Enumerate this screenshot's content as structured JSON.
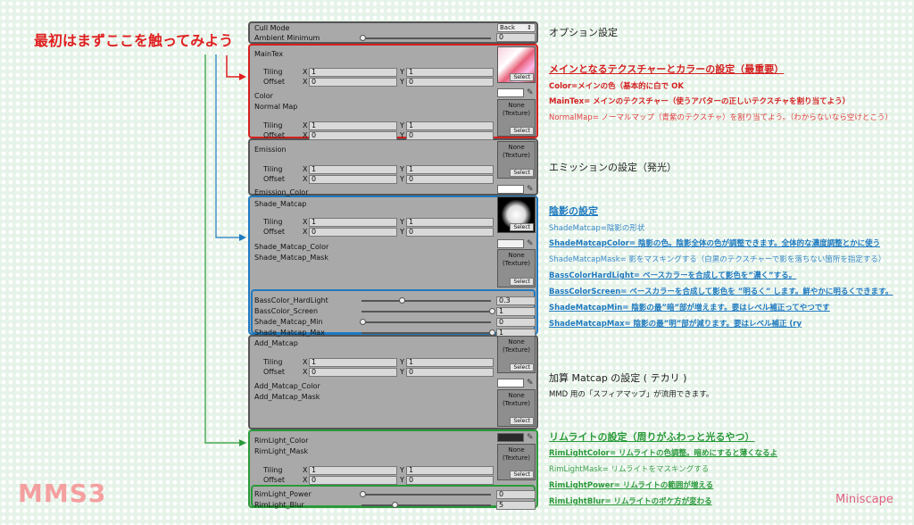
{
  "callout": {
    "text": "最初はまずここを触ってみよう",
    "color": "#e02020"
  },
  "brand": {
    "left": "MMS3",
    "right": "Miniscape"
  },
  "colors": {
    "red": "#d42020",
    "blue": "#1f7ac0",
    "green": "#2a9a3a",
    "gray": "#555555"
  },
  "options": {
    "cull_mode_label": "Cull Mode",
    "cull_mode_value": "Back",
    "ambient_label": "Ambient Minimum",
    "ambient_value": "0"
  },
  "common": {
    "tiling": "Tiling",
    "offset": "Offset",
    "x": "X",
    "y": "Y",
    "select": "Select",
    "none_texture": "None\n(Texture)"
  },
  "rows": [
    {
      "kind": "tex",
      "label": "MainTex",
      "image": true
    },
    {
      "kind": "tiling",
      "x": "1",
      "y": "1"
    },
    {
      "kind": "offset",
      "x": "0",
      "y": "0"
    },
    {
      "kind": "color",
      "label": "Color",
      "swatch": "#ffffff"
    },
    {
      "kind": "tex",
      "label": "Normal Map"
    },
    {
      "kind": "tiling",
      "x": "1",
      "y": "1"
    },
    {
      "kind": "offset",
      "x": "0",
      "y": "0"
    },
    {
      "kind": "tex",
      "label": "Emission"
    },
    {
      "kind": "tiling",
      "x": "1",
      "y": "1"
    },
    {
      "kind": "offset",
      "x": "0",
      "y": "0"
    },
    {
      "kind": "color",
      "label": "Emission_Color",
      "swatch": "#ffffff"
    },
    {
      "kind": "tex",
      "label": "Shade_Matcap",
      "matcap": true
    },
    {
      "kind": "tiling",
      "x": "1",
      "y": "1"
    },
    {
      "kind": "offset",
      "x": "0",
      "y": "0"
    },
    {
      "kind": "color",
      "label": "Shade_Matcap_Color",
      "swatch": "#f2f2f2"
    },
    {
      "kind": "tex",
      "label": "Shade_Matcap_Mask"
    },
    {
      "kind": "slider",
      "label": "BassColor_HardLight",
      "value": "0.3",
      "fraction": 0.3
    },
    {
      "kind": "slider",
      "label": "BassColor_Screen",
      "value": "1",
      "fraction": 1
    },
    {
      "kind": "slider",
      "label": "Shade_Matcap_Min",
      "value": "0",
      "fraction": 0
    },
    {
      "kind": "slider",
      "label": "Shade_Matcap_Max",
      "value": "1",
      "fraction": 1
    },
    {
      "kind": "tex",
      "label": "Add_Matcap"
    },
    {
      "kind": "tiling",
      "x": "1",
      "y": "1"
    },
    {
      "kind": "offset",
      "x": "0",
      "y": "0"
    },
    {
      "kind": "color",
      "label": "Add_Matcap_Color",
      "swatch": "#ffffff"
    },
    {
      "kind": "tex",
      "label": "Add_Matcap_Mask"
    },
    {
      "kind": "color",
      "label": "RimLight_Color",
      "swatch": "#2a2a2a"
    },
    {
      "kind": "tex",
      "label": "RimLight_Mask"
    },
    {
      "kind": "tiling",
      "x": "1",
      "y": "1"
    },
    {
      "kind": "offset",
      "x": "0",
      "y": "0"
    },
    {
      "kind": "slider",
      "label": "RimLight_Power",
      "value": "0",
      "fraction": 0
    },
    {
      "kind": "slider",
      "label": "RimLight_Blur",
      "value": "5",
      "fraction": 0.25
    }
  ],
  "notes": [
    {
      "text": "オプション設定",
      "color": "#222",
      "style": "h"
    },
    {
      "text": "メインとなるテクスチャーとカラーの設定（最重要）",
      "color": "#d42020",
      "style": "hu"
    },
    {
      "text": "Color=メインの色（基本的に白で OK",
      "color": "#d42020",
      "style": "b"
    },
    {
      "text": "MainTex= メインのテクスチャー（使うアバターの正しいテクスチャを割り当てよう）",
      "color": "#d42020",
      "style": "b"
    },
    {
      "text": "NormalMap= ノーマルマップ（青紫のテクスチャ）を割り当てよう。（わからないなら空けとこう）",
      "color": "#e04040",
      "style": ""
    },
    {
      "text": "エミッションの設定（発光）",
      "color": "#222",
      "style": "h"
    },
    {
      "text": "陰影の設定",
      "color": "#1f7ac0",
      "style": "hu"
    },
    {
      "text": "ShadeMatcap=陰影の形状",
      "color": "#3a8ac8",
      "style": ""
    },
    {
      "text": "ShadeMatcapColor= 陰影の色。陰影全体の色が調整できます。全体的な濃度調整とかに使う",
      "color": "#1f7ac0",
      "style": "u"
    },
    {
      "text": "ShadeMatcapMask= 影をマスキングする（白黒のテクスチャーで影を落ちない箇所を指定する）",
      "color": "#3a8ac8",
      "style": ""
    },
    {
      "text": "BassColorHardLight= ベースカラーを合成して影色を”濃く”する。",
      "color": "#1f7ac0",
      "style": "u"
    },
    {
      "text": "BassColorScreen= ベースカラーを合成して影色を ”明るく” します。鮮やかに明るくできます。",
      "color": "#1f7ac0",
      "style": "u"
    },
    {
      "text": "ShadeMatcapMin= 陰影の最”暗”部が増えます。要はレベル補正ってやつです",
      "color": "#1f7ac0",
      "style": "u"
    },
    {
      "text": "ShadeMatcapMax= 陰影の最”明”部が減ります。要はレベル補正 (ry",
      "color": "#1f7ac0",
      "style": "u"
    },
    {
      "text": "加算 Matcap の設定 ( テカリ )",
      "color": "#222",
      "style": "h"
    },
    {
      "text": "MMD 用の「スフィアマップ」が流用できます。",
      "color": "#222",
      "style": ""
    },
    {
      "text": "リムライトの設定（周りがふわっと光るやつ）",
      "color": "#2a9a3a",
      "style": "hu"
    },
    {
      "text": "RimLightColor= リムライトの色調整。暗めにすると薄くなるよ",
      "color": "#2a9a3a",
      "style": "u"
    },
    {
      "text": "RimLightMask= リムライトをマスキングする",
      "color": "#3aa04a",
      "style": ""
    },
    {
      "text": "RimLightPower= リムライトの範囲が増える",
      "color": "#2a9a3a",
      "style": "u"
    },
    {
      "text": "RimLightBlur= リムライトのボケ方が変わる",
      "color": "#2a9a3a",
      "style": "u"
    }
  ]
}
